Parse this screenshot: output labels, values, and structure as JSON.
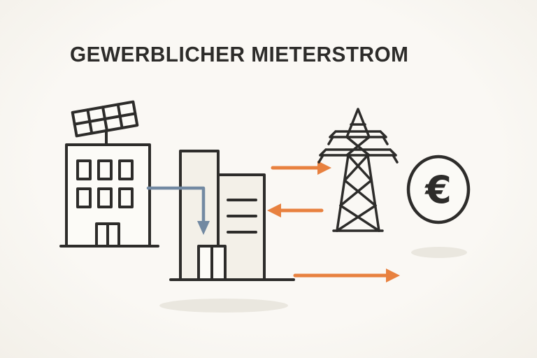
{
  "title": "GEWERBLICHER MIETERSTROM",
  "euro_symbol": "€",
  "colors": {
    "background": "#f8f6f1",
    "line": "#2d2c2a",
    "accent_orange": "#e8813f",
    "flow_blue": "#7289a2",
    "building_fill": "#f3f0e8",
    "white_fill": "#fcfbf7",
    "shadow": "#eae7df"
  },
  "icons": {
    "solar_building": "building-with-solar-panel-icon",
    "tenant_building": "commercial-tenant-building-icon",
    "pylon": "power-grid-pylon-icon",
    "euro": "euro-coin-icon",
    "blue_arrow": "elbow-arrow-down",
    "orange_arrow_right": "arrow-right",
    "orange_arrow_left": "arrow-left",
    "orange_arrow_long": "arrow-right-long"
  }
}
